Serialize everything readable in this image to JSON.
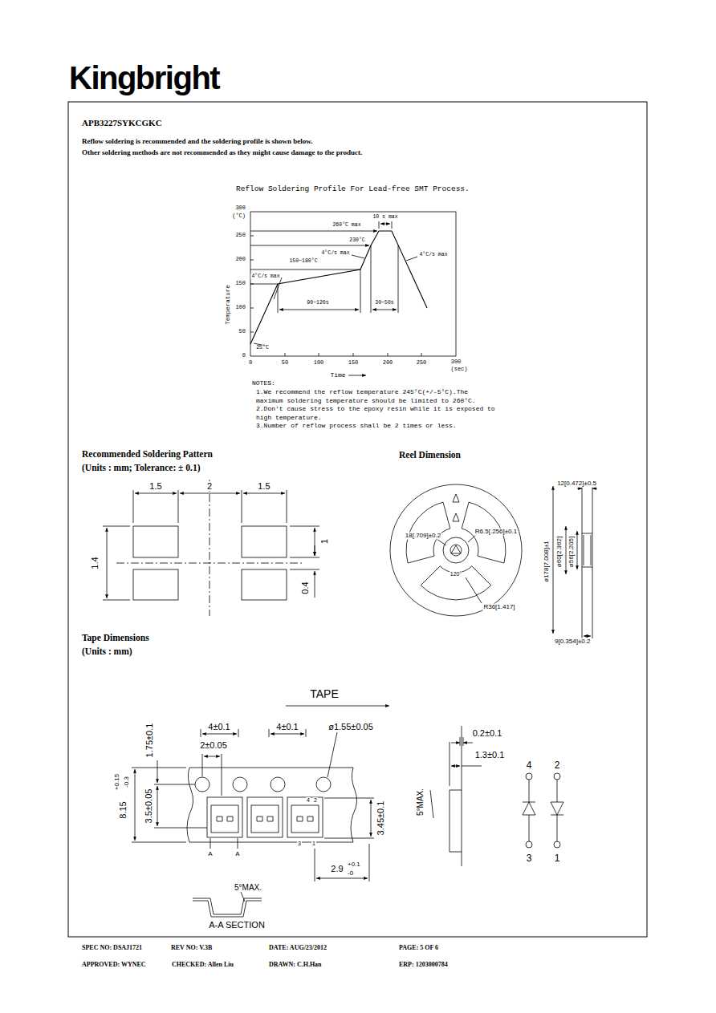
{
  "diagram": {
    "title": "APB3227SYKCGKC",
    "labels": [
      "Kingbright",
      "Reflow soldering is recommended and the soldering profile is shown below.",
      "Other soldering methods are not recommended as they might cause damage to the product.",
      "Reflow Soldering Profile For Lead-free SMT Process.",
      "300",
      "(°C)",
      "250",
      "200",
      "150",
      "100",
      "50",
      "0",
      "0",
      "50",
      "100",
      "150",
      "200",
      "250",
      "300",
      "(sec)",
      "Temperature",
      "Time",
      "10 s max",
      "260°C max",
      "230°C",
      "4°C/s max",
      "4°C/s max",
      "150~180°C",
      "4°C/s max",
      "90~120s",
      "30~50s",
      "25°C",
      "NOTES:",
      "1.We recommend the reflow temperature 245°C(+/-5°C).The maximum soldering temperature should be limited to 260°C.",
      "2.Don't cause stress to the epoxy resin while it is exposed to high temperature.",
      "3.Number of reflow process shall be 2 times or less.",
      "Recommended Soldering Pattern",
      "(Units : mm; Tolerance: ± 0.1)",
      "1.5",
      "2",
      "1.5",
      "1.4",
      "1",
      "0.4",
      "Reel Dimension",
      "18[.709]±0.2",
      "R6.5[.256]±0.1",
      "120°",
      "R36[1.417]",
      "12[0.472]±0.5",
      "ø178[7.008]±1",
      "ø60[2.362]",
      "ø56[2.205]",
      "9[0.354]±0.2",
      "Tape Dimensions",
      "(Units : mm)",
      "TAPE",
      "4±0.1",
      "4±0.1",
      "ø1.55±0.05",
      "2±0.05",
      "1.75±0.1",
      "8.15",
      "+0.15",
      "-0.3",
      "3.5±0.05",
      "3.45±0.1",
      "2.9",
      "+0.1",
      "-0",
      "A",
      "A",
      "4",
      "2",
      "3",
      "1",
      "5°MAX.",
      "A-A SECTION",
      "0.2±0.1",
      "1.3±0.1",
      "5°MAX.",
      "4",
      "2",
      "3",
      "1",
      "SPEC NO: DSAJ1721",
      "REV NO: V.3B",
      "DATE: AUG/23/2012",
      "PAGE: 5 OF 6",
      "APPROVED: WYNEC",
      "CHECKED: Allen Liu",
      "DRAWN: C.H.Han",
      "ERP: 1203000784"
    ]
  }
}
